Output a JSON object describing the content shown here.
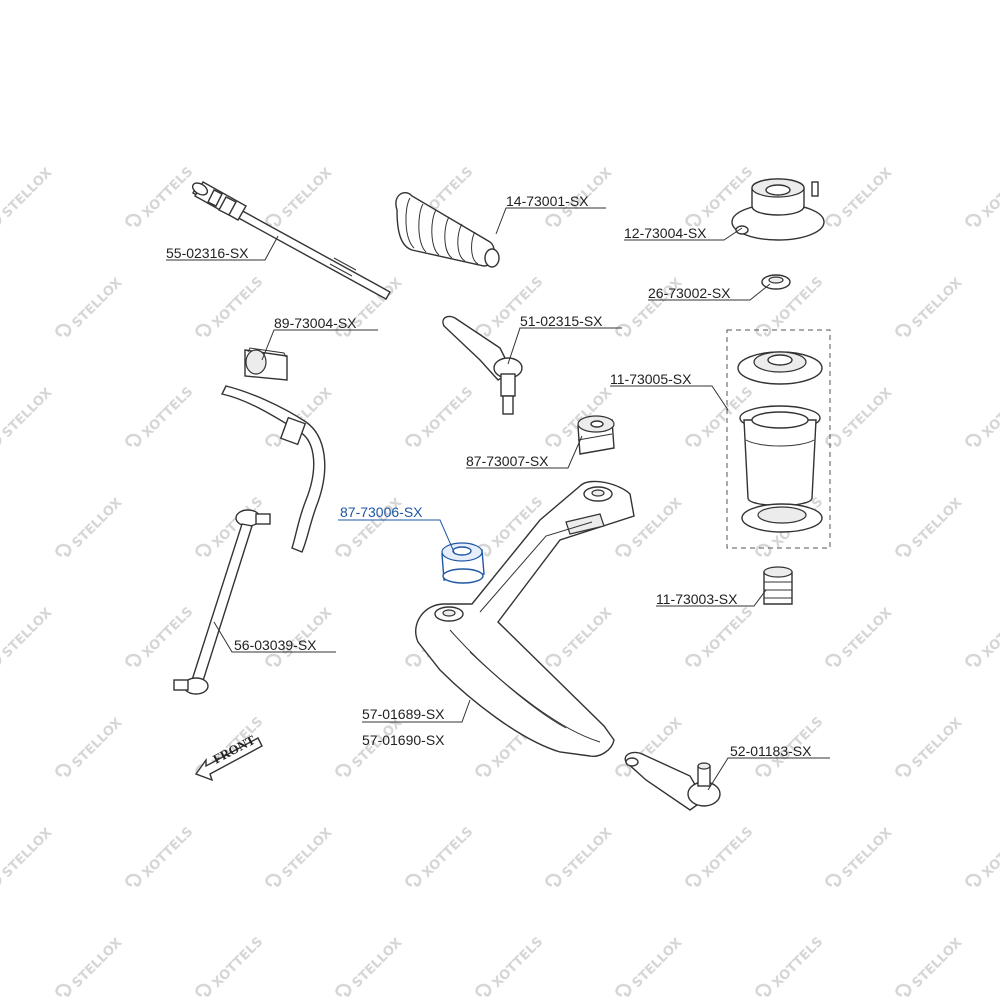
{
  "watermark": {
    "text_a": "STELLOX",
    "text_b": "XOTTELS"
  },
  "colors": {
    "highlight": "#1f57a5",
    "line": "#333333",
    "watermark": "#d6d6d6"
  },
  "labels": {
    "l_55_02316": "55-02316-SX",
    "l_14_73001": "14-73001-SX",
    "l_12_73004": "12-73004-SX",
    "l_26_73002": "26-73002-SX",
    "l_89_73004": "89-73004-SX",
    "l_51_02315": "51-02315-SX",
    "l_11_73005": "11-73005-SX",
    "l_87_73007": "87-73007-SX",
    "l_87_73006": "87-73006-SX",
    "l_11_73003": "11-73003-SX",
    "l_56_03039": "56-03039-SX",
    "l_57_01689": "57-01689-SX",
    "l_57_01690": "57-01690-SX",
    "l_52_01183": "52-01183-SX"
  },
  "front_arrow": {
    "label": "FRONT",
    "icon": "arrow-icon"
  },
  "highlighted_part": "87-73006-SX"
}
